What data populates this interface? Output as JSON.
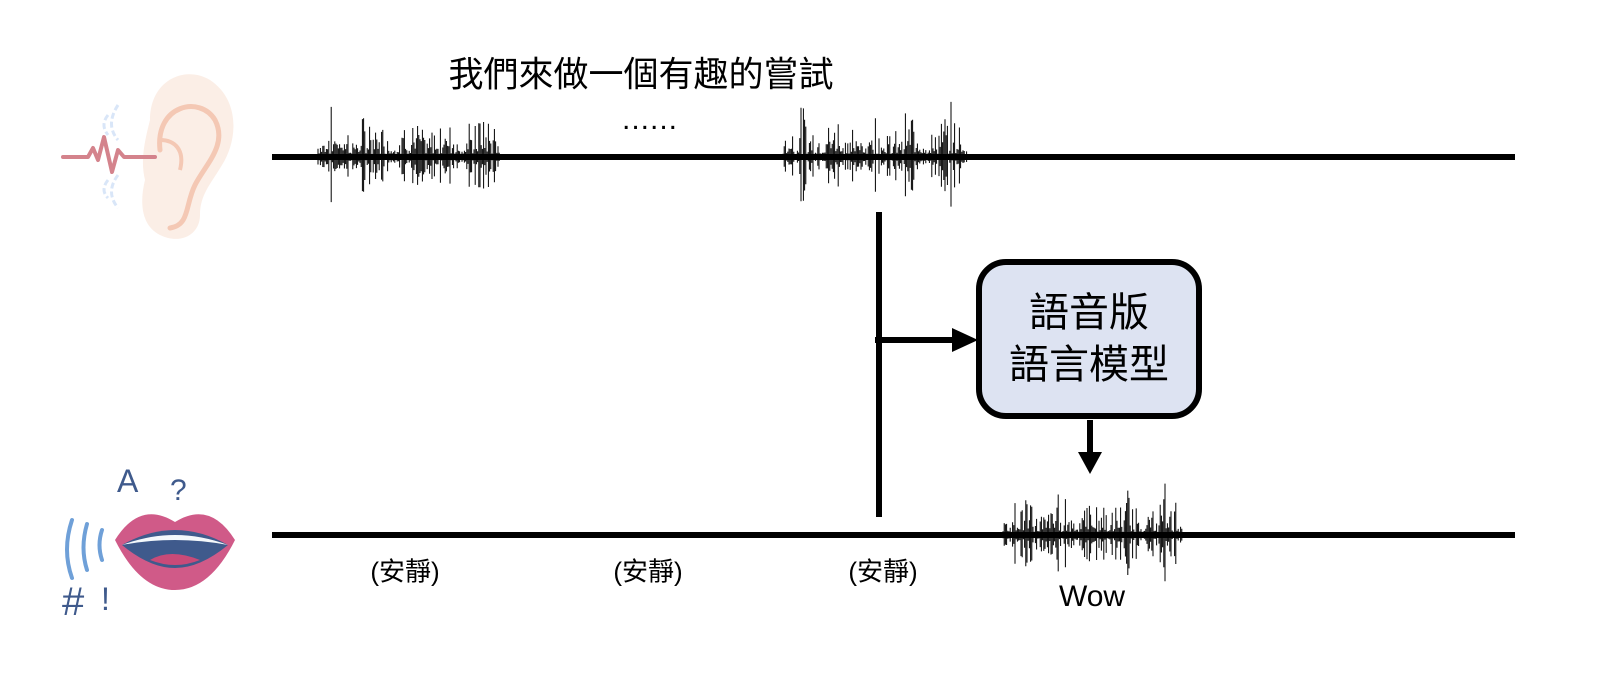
{
  "input_stream": {
    "speech_text": "我們來做一個有趣的嘗試",
    "ellipsis": "......"
  },
  "model_box": {
    "line1": "語音版",
    "line2": "語言模型"
  },
  "output_stream": {
    "silence_labels": [
      "(安靜)",
      "(安靜)",
      "(安靜)"
    ],
    "response_text": "Wow"
  },
  "icons": {
    "listener": "ear-icon",
    "speaker": "speaking-mouth-icon"
  },
  "colors": {
    "box_fill": "#dde3f2",
    "line": "#000000"
  }
}
